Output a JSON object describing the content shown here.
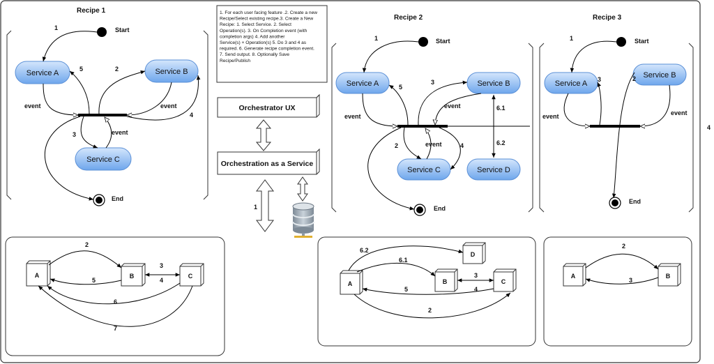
{
  "titles": {
    "recipe1": "Recipe 1",
    "recipe2": "Recipe 2",
    "recipe3": "Recipe 3"
  },
  "steps_note": [
    "1. For each user facing feature .2. Create a new",
    "Recipe/Select existing recipe.3. Create a New",
    "Recipe:    1. Select Service.    2. Select",
    "Operation(s).    3. On Completion event (with",
    "completion args)             4. Add another",
    "Service(s) + Operation(s)        5. Do 3 and 4 as",
    "required.  6. Generate recipe completion event.",
    "7. Send output.        8. Optionally Save",
    "Recipe/Publish"
  ],
  "middle": {
    "orchestrator_ux": "Orchestrator UX",
    "orchestration_service": "Orchestration as a Service",
    "arrow_label": "1"
  },
  "common": {
    "start": "Start",
    "end": "End",
    "event": "event"
  },
  "recipe1": {
    "service_a": "Service A",
    "service_b": "Service B",
    "service_c": "Service C",
    "labels": [
      "1",
      "2",
      "3",
      "4",
      "5"
    ]
  },
  "recipe2": {
    "service_a": "Service A",
    "service_b": "Service B",
    "service_c": "Service C",
    "service_d": "Service D",
    "labels": [
      "1",
      "2",
      "3",
      "4",
      "5",
      "6.1",
      "6.2"
    ]
  },
  "recipe3": {
    "service_a": "Service A",
    "service_b": "Service B",
    "labels": [
      "1",
      "2",
      "3"
    ]
  },
  "graph1": {
    "nodes": [
      "A",
      "B",
      "C"
    ],
    "labels": [
      "2",
      "3",
      "4",
      "5",
      "6",
      "7"
    ]
  },
  "graph2": {
    "nodes": [
      "A",
      "B",
      "C",
      "D"
    ],
    "labels": [
      "2",
      "3",
      "4",
      "5",
      "6.1",
      "6.2"
    ]
  },
  "graph3": {
    "nodes": [
      "A",
      "B"
    ],
    "labels": [
      "2",
      "3"
    ]
  },
  "outer_label": "4",
  "colors": {
    "service_top": "#cfe3fb",
    "service_bottom": "#6fa7ec",
    "service_stroke": "#5a8fd6"
  }
}
